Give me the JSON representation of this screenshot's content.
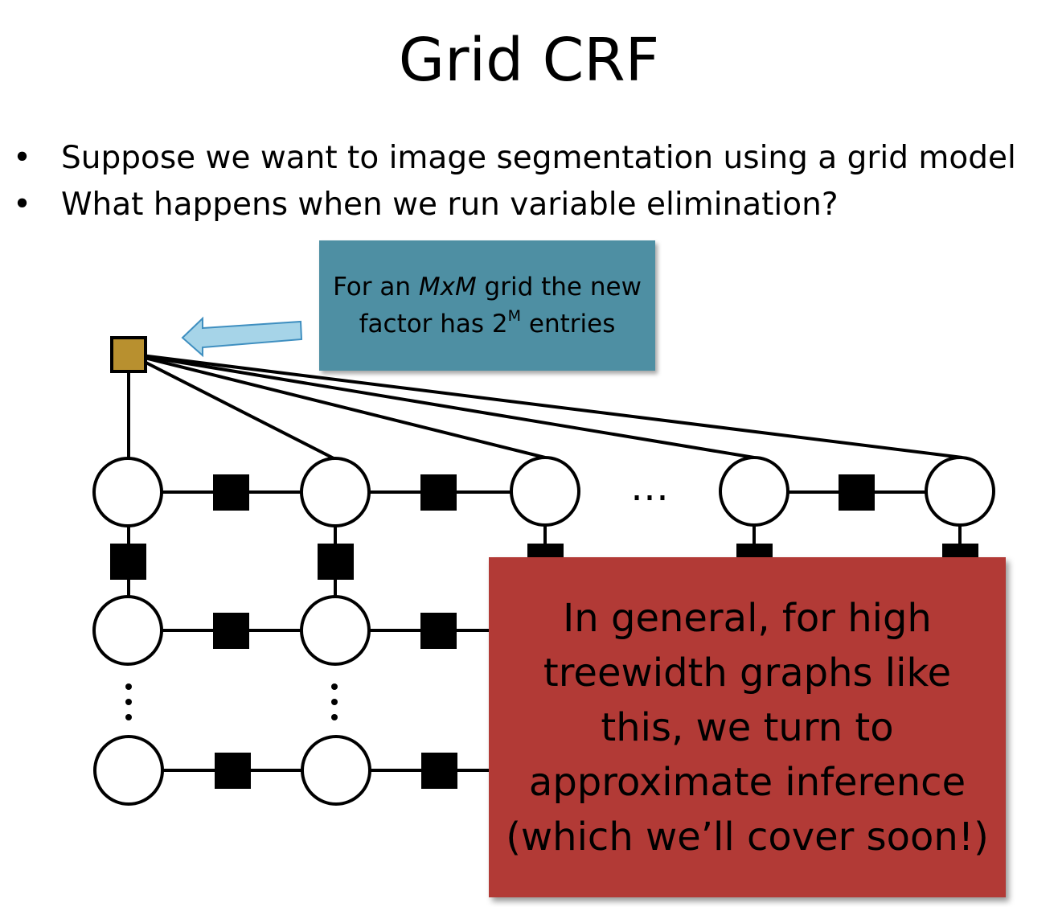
{
  "slide": {
    "title": "Grid CRF",
    "bullets": [
      "Suppose we want to image segmentation using a grid model",
      "What happens when we run variable elimination?"
    ]
  },
  "diagram": {
    "ellipsis_horizontal": "…",
    "colors": {
      "new_factor": "#b8902f",
      "arrow_fill": "#a6d4e8",
      "arrow_stroke": "#3f8fc0"
    },
    "callout_factor": {
      "text_before": "For an ",
      "grid_size": "MxM",
      "text_after": " grid the new factor has 2",
      "superscript": "M",
      "text_end": " entries",
      "background": "#4e8fa3"
    },
    "callout_conclusion": {
      "text": "In general, for high treewidth graphs like this, we turn to approximate inference (which we’ll cover soon!)",
      "background": "#b23a36"
    }
  }
}
